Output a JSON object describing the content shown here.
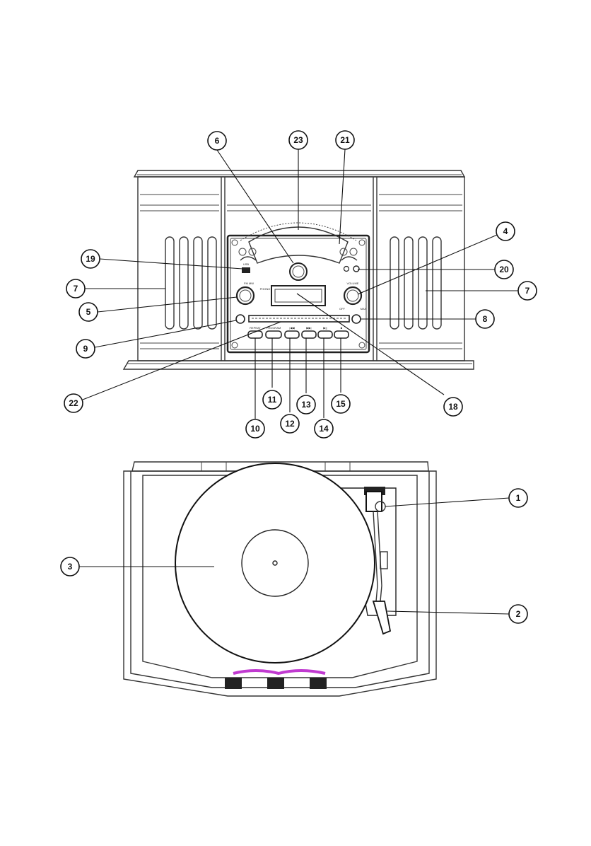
{
  "callouts": {
    "c1": "1",
    "c2": "2",
    "c3": "3",
    "c4": "4",
    "c5": "5",
    "c6": "6",
    "c7a": "7",
    "c7b": "7",
    "c8": "8",
    "c9": "9",
    "c10": "10",
    "c11": "11",
    "c12": "12",
    "c13": "13",
    "c14": "14",
    "c15": "15",
    "c18": "18",
    "c19": "19",
    "c20": "20",
    "c21": "21",
    "c22": "22",
    "c23": "23"
  },
  "panel_labels": {
    "volume": "VOLUME",
    "off": "OFF",
    "max": "MAX",
    "band": "FM MW",
    "phono": "PHONO",
    "usb": "USB",
    "btn_repeat": "REPEAT",
    "btn_program": "PROGRAM",
    "btn_prev": "|◀◀",
    "btn_next": "▶▶|",
    "btn_play": "▶||",
    "btn_stop": "■"
  },
  "colors": {
    "line": "#333333",
    "callout": "#111111",
    "accent_magenta": "#c03ad0"
  }
}
